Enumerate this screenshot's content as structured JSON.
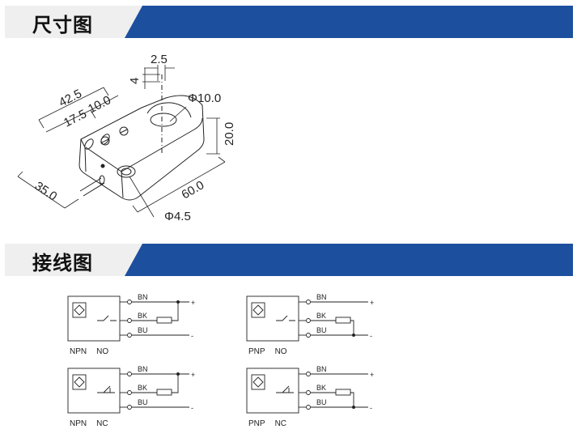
{
  "sections": {
    "dimensions_title": "尺寸图",
    "wiring_title": "接线图"
  },
  "dimensions": {
    "d_2_5": "2.5",
    "d_4": "4",
    "d_42_5": "42.5",
    "d_17_5": "17.5",
    "d_10_0": "10.0",
    "d_phi10": "Φ10.0",
    "d_20_0": "20.0",
    "d_35_0": "35.0",
    "d_60_0": "60.0",
    "d_phi4_5": "Φ4.5"
  },
  "wire_labels": {
    "bn": "BN",
    "bk": "BK",
    "bu": "BU",
    "plus": "+",
    "minus": "-"
  },
  "wiring": [
    {
      "type": "NPN",
      "contact": "NO"
    },
    {
      "type": "PNP",
      "contact": "NO"
    },
    {
      "type": "NPN",
      "contact": "NC"
    },
    {
      "type": "PNP",
      "contact": "NC"
    }
  ],
  "colors": {
    "banner_blue": "#1d4f9f",
    "banner_grey": "#efefef"
  }
}
